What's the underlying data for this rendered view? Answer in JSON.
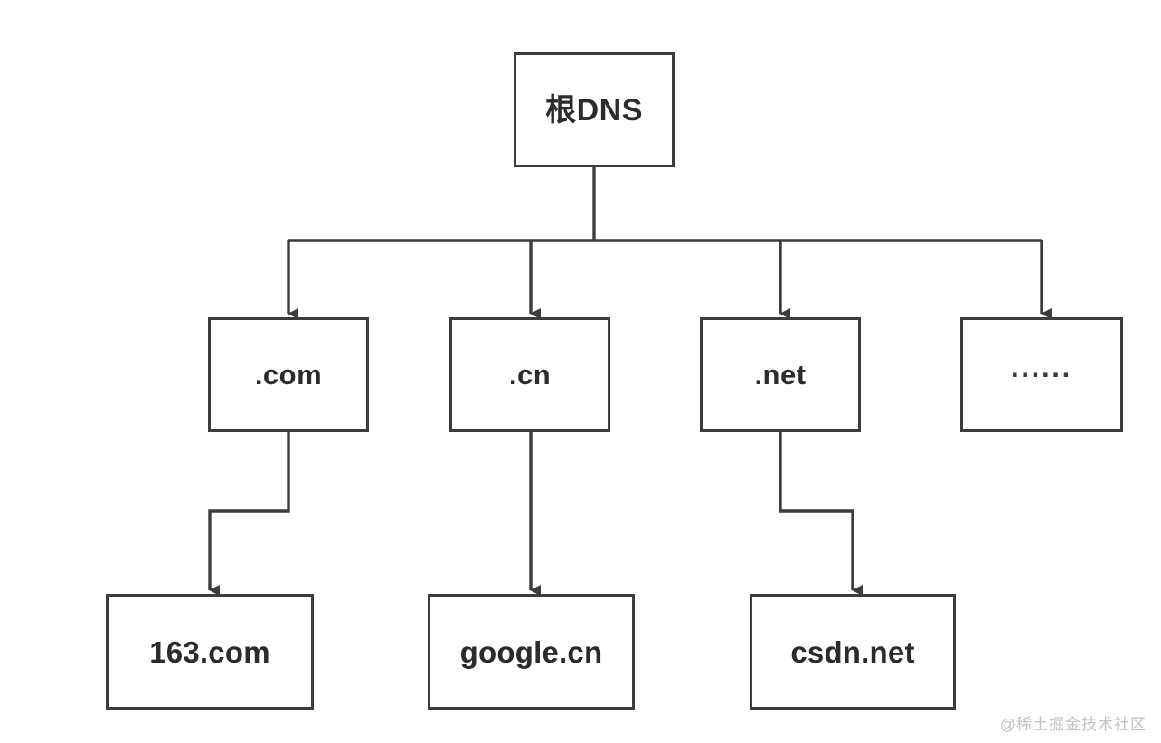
{
  "diagram": {
    "title": "DNS hierarchy tree",
    "stroke_color": "#3c3c3c",
    "text_color": "#2b2b2b",
    "background_color": "#ffffff",
    "levels": [
      {
        "level": "root",
        "nodes": [
          {
            "id": "root-dns",
            "label": "根DNS"
          }
        ]
      },
      {
        "level": "tld",
        "nodes": [
          {
            "id": "tld-com",
            "label": ".com"
          },
          {
            "id": "tld-cn",
            "label": ".cn"
          },
          {
            "id": "tld-net",
            "label": ".net"
          },
          {
            "id": "tld-more",
            "label": "······"
          }
        ]
      },
      {
        "level": "domain",
        "nodes": [
          {
            "id": "domain-163",
            "label": "163.com"
          },
          {
            "id": "domain-google",
            "label": "google.cn"
          },
          {
            "id": "domain-csdn",
            "label": "csdn.net"
          }
        ]
      }
    ],
    "edges": [
      {
        "from": "root-dns",
        "to": "tld-com"
      },
      {
        "from": "root-dns",
        "to": "tld-cn"
      },
      {
        "from": "root-dns",
        "to": "tld-net"
      },
      {
        "from": "root-dns",
        "to": "tld-more"
      },
      {
        "from": "tld-com",
        "to": "domain-163"
      },
      {
        "from": "tld-cn",
        "to": "domain-google"
      },
      {
        "from": "tld-net",
        "to": "domain-csdn"
      }
    ]
  },
  "watermark": {
    "text": "@稀土掘金技术社区"
  }
}
